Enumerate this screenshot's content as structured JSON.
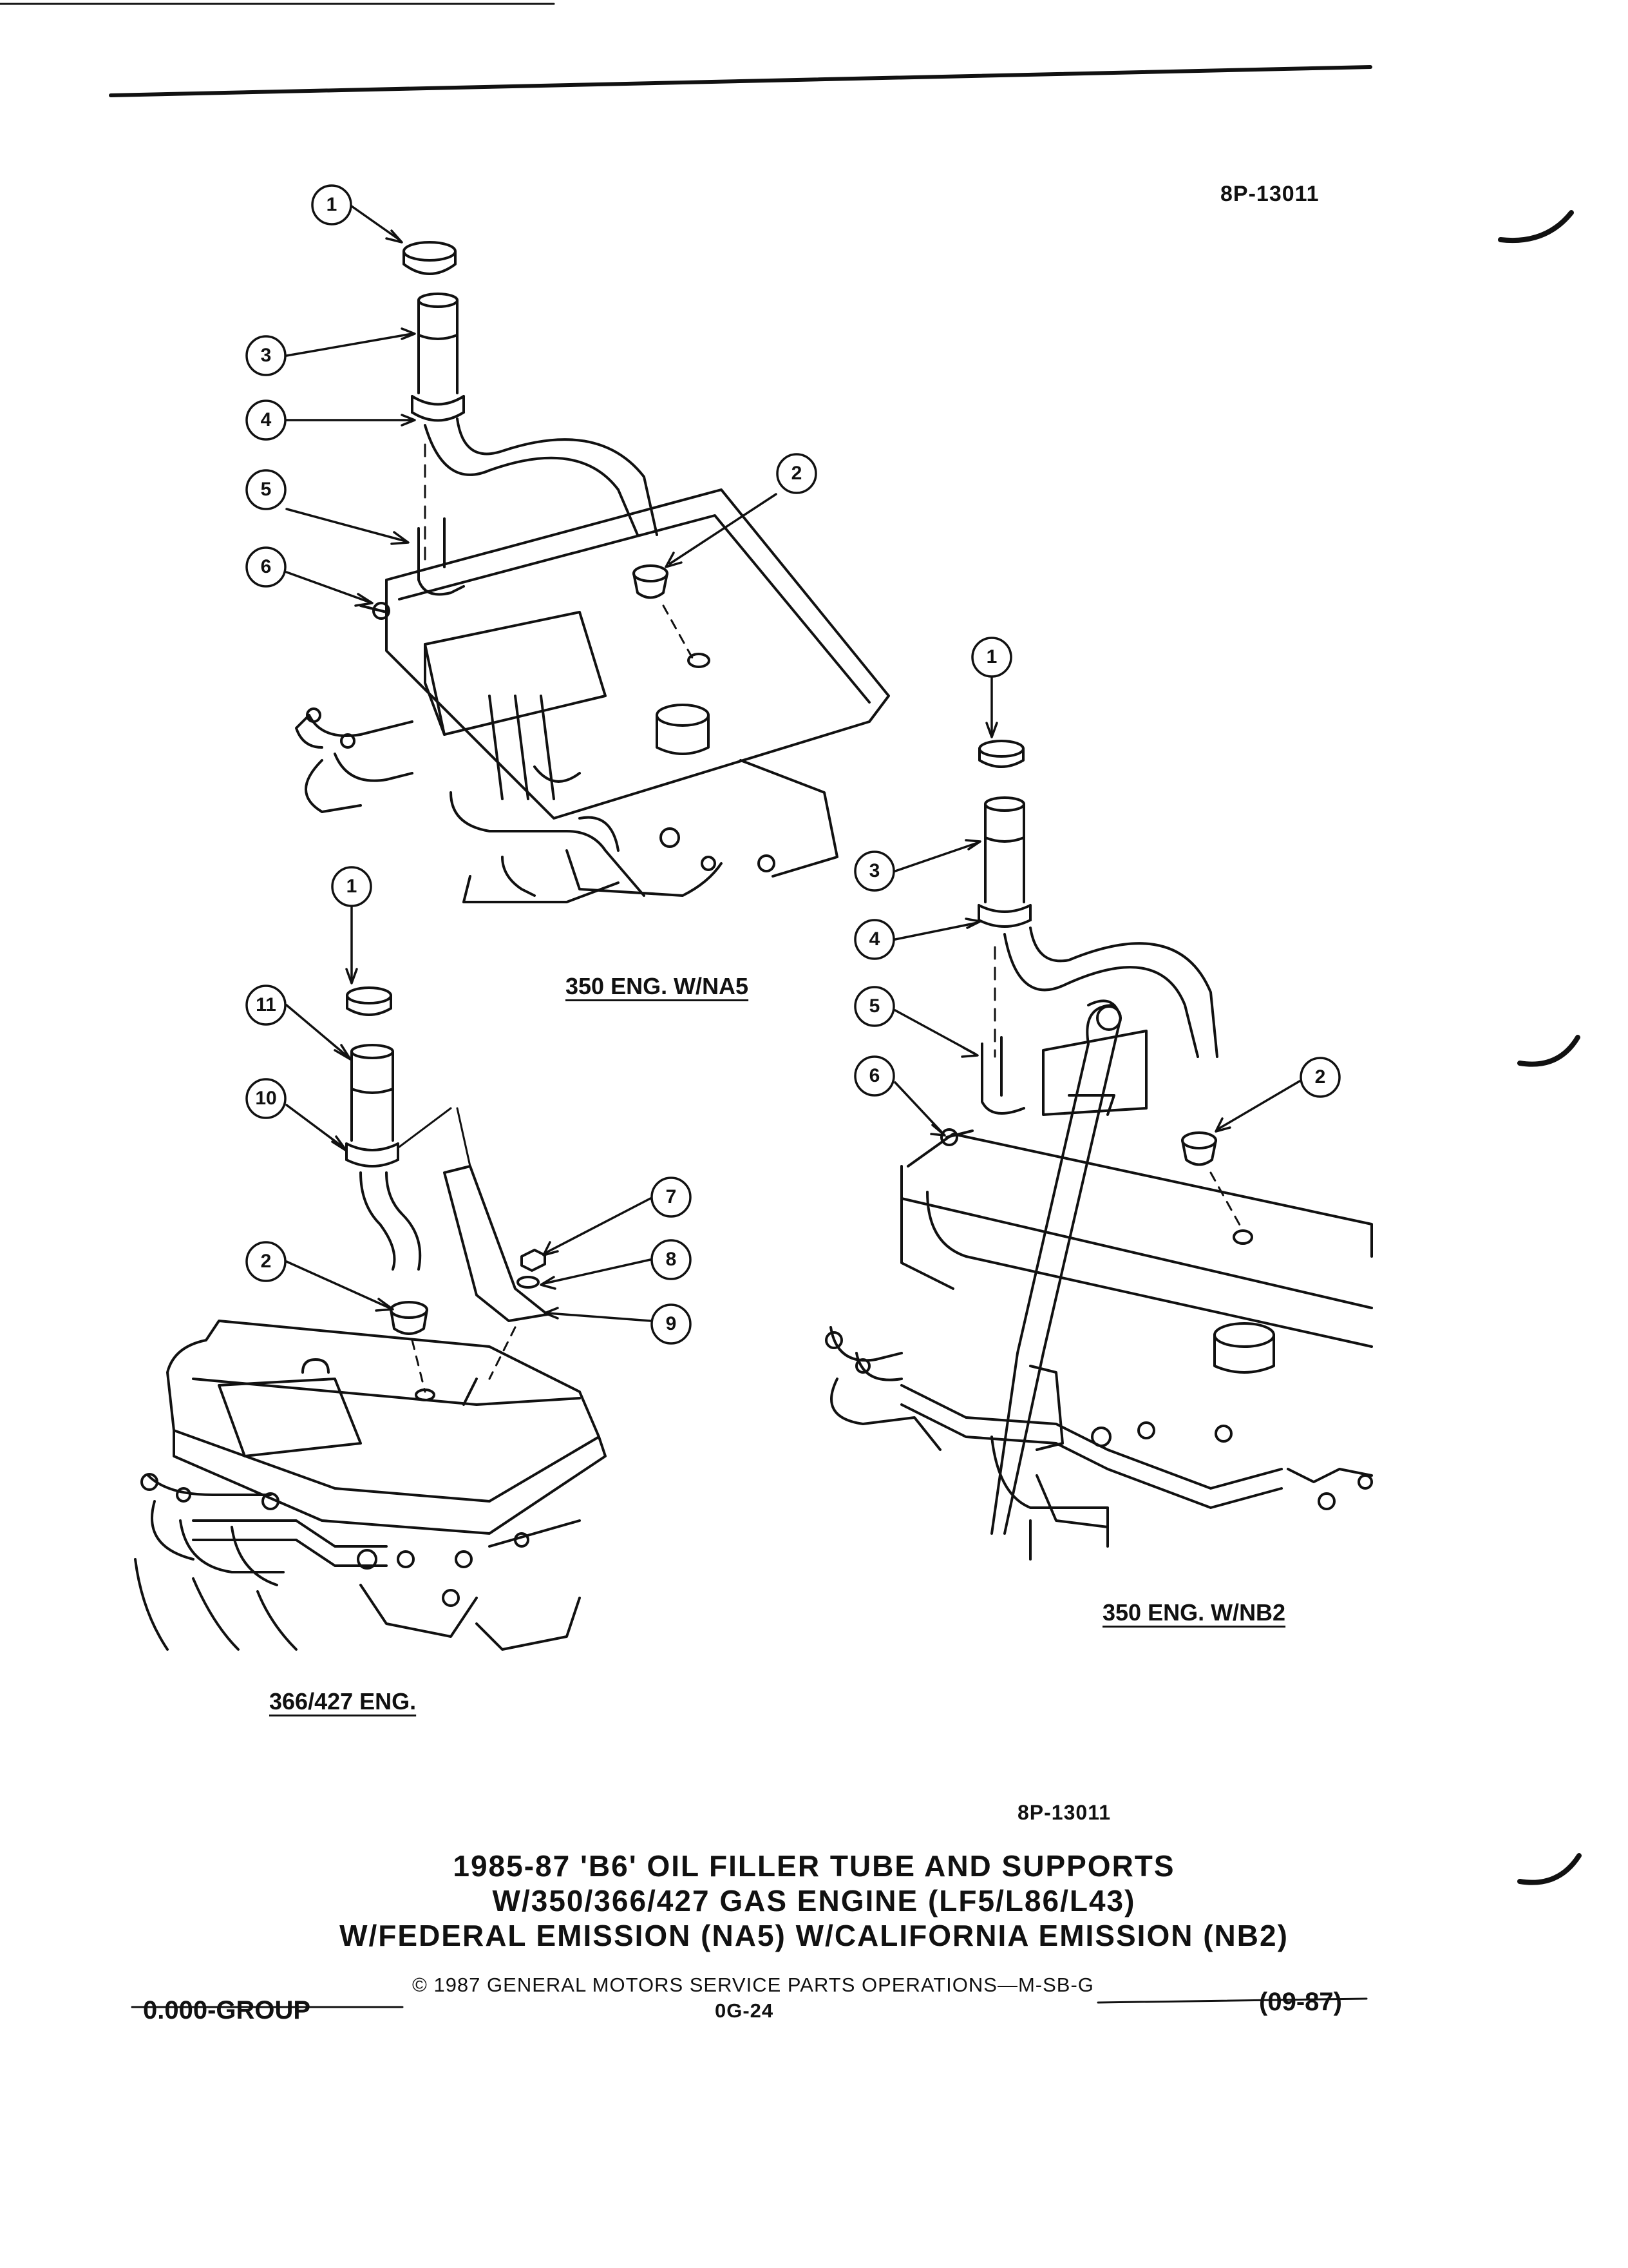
{
  "figure_number_top": "8P-13011",
  "figure_number_bottom": "8P-13011",
  "views": {
    "na5": {
      "caption": "350 ENG. W/NA5"
    },
    "nb2": {
      "caption": "350 ENG. W/NB2"
    },
    "eng366": {
      "caption": "366/427 ENG."
    }
  },
  "callouts": {
    "na5": [
      "1",
      "3",
      "4",
      "2",
      "5",
      "6"
    ],
    "nb2": [
      "1",
      "3",
      "4",
      "5",
      "6",
      "2"
    ],
    "eng366": [
      "1",
      "11",
      "10",
      "7",
      "8",
      "9",
      "2"
    ]
  },
  "title": {
    "line1": "1985-87 'B6' OIL FILLER TUBE AND SUPPORTS",
    "line2": "W/350/366/427 GAS ENGINE (LF5/L86/L43)",
    "line3": "W/FEDERAL EMISSION (NA5) W/CALIFORNIA EMISSION (NB2)"
  },
  "footer": {
    "copyright": "© 1987 GENERAL MOTORS SERVICE PARTS OPERATIONS—M-SB-G",
    "group": "0.000-GROUP",
    "page": "0G-24",
    "date": "(09-87)"
  }
}
